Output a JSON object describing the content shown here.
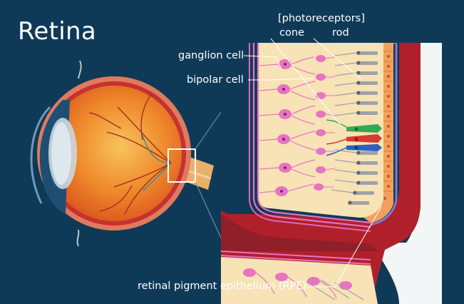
{
  "title": "Retina",
  "labels": {
    "photoreceptors": "[photoreceptors]",
    "cone": "cone",
    "rod": "rod",
    "ganglion": "ganglion cell",
    "bipolar": "bipolar cell",
    "rpe": "retinal pigment epithelium (RPE)"
  },
  "colors": {
    "background": "#0f3a57",
    "retina_fill": "#f7e3b5",
    "cell_pink": "#e873c3",
    "rpe_orange": "#f2a15c",
    "choroid_red": "#b0202a",
    "sclera": "#f3f6f7",
    "cone_green": "#36a852",
    "cone_red": "#d73a2f",
    "cone_blue": "#2c5fc3",
    "rod_gray": "#9ea3a7"
  }
}
